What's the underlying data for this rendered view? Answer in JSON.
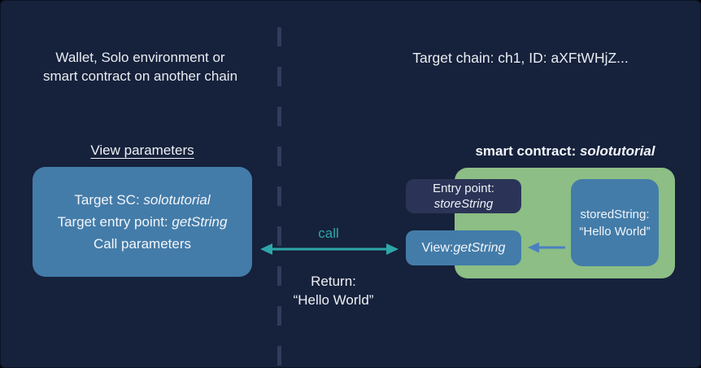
{
  "colors": {
    "background": "#16213B",
    "box_blue": "#437CA9",
    "box_green": "#8CBE85",
    "box_navy": "#2B3456",
    "teal_accent": "#2DA7A9",
    "arrow_blue": "#4B80C0",
    "dash_line": "#303C5B",
    "text": "#EDF1F6"
  },
  "left": {
    "caption_line1": "Wallet, Solo environment or",
    "caption_line2": "smart contract on another chain",
    "heading": "View parameters",
    "box": {
      "line1_label": "Target SC: ",
      "line1_value": "solotutorial",
      "line2_label": "Target entry point: ",
      "line2_value": "getString",
      "line3": "Call parameters"
    }
  },
  "right": {
    "caption": "Target chain: ch1, ID: aXFtWHjZ...",
    "contract_label_prefix": "smart contract: ",
    "contract_name": "solotutorial",
    "entry_box_line1": "Entry point:",
    "entry_box_line2": "storeString",
    "view_box_label": "View: ",
    "view_box_value": "getString",
    "stored_box_line1": "storedString:",
    "stored_box_line2": "“Hello World”"
  },
  "flow": {
    "call_label": "call",
    "return_line1": "Return:",
    "return_line2": "“Hello World”"
  }
}
